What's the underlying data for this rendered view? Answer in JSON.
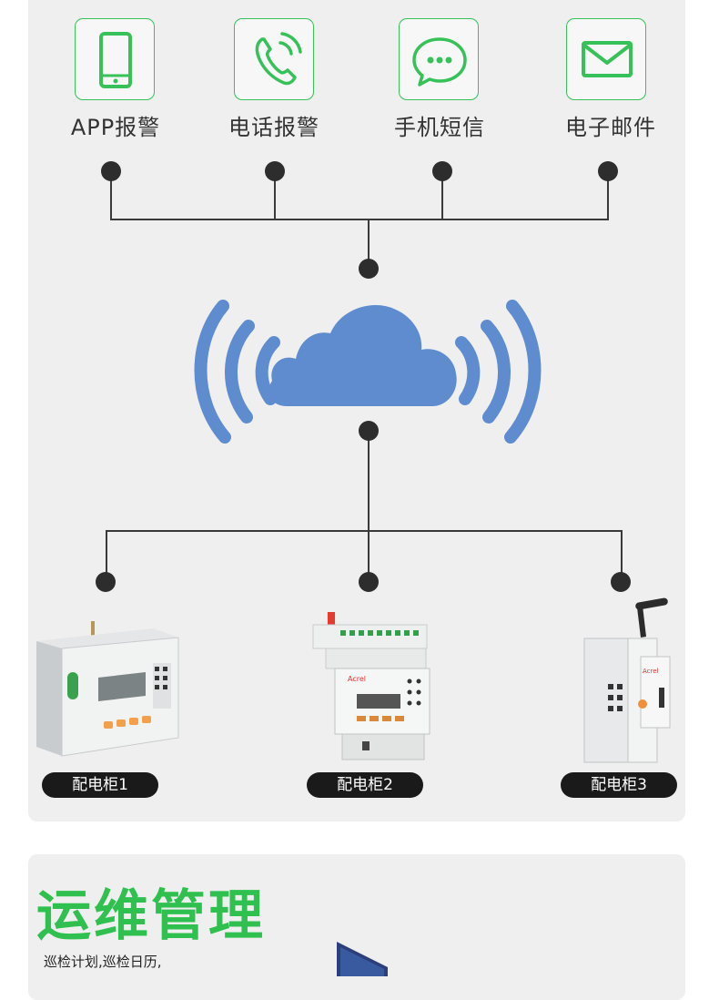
{
  "alarm_methods": [
    {
      "label": "APP报警",
      "icon": "phone-icon"
    },
    {
      "label": "电话报警",
      "icon": "call-icon"
    },
    {
      "label": "手机短信",
      "icon": "sms-icon"
    },
    {
      "label": "电子邮件",
      "icon": "email-icon"
    }
  ],
  "cloud": {
    "icon": "cloud-wifi-icon",
    "color": "#5f8ccf"
  },
  "cabinets": [
    {
      "label": "配电柜1"
    },
    {
      "label": "配电柜2"
    },
    {
      "label": "配电柜3"
    }
  ],
  "device2_brand": "Acrel",
  "device3_brand": "Acrel",
  "ops": {
    "title": "运维管理",
    "text": "巡检计划,巡检日历,"
  },
  "colors": {
    "accent": "#2fc04f",
    "icon_border": "#36c159",
    "panel": "#efefef"
  }
}
